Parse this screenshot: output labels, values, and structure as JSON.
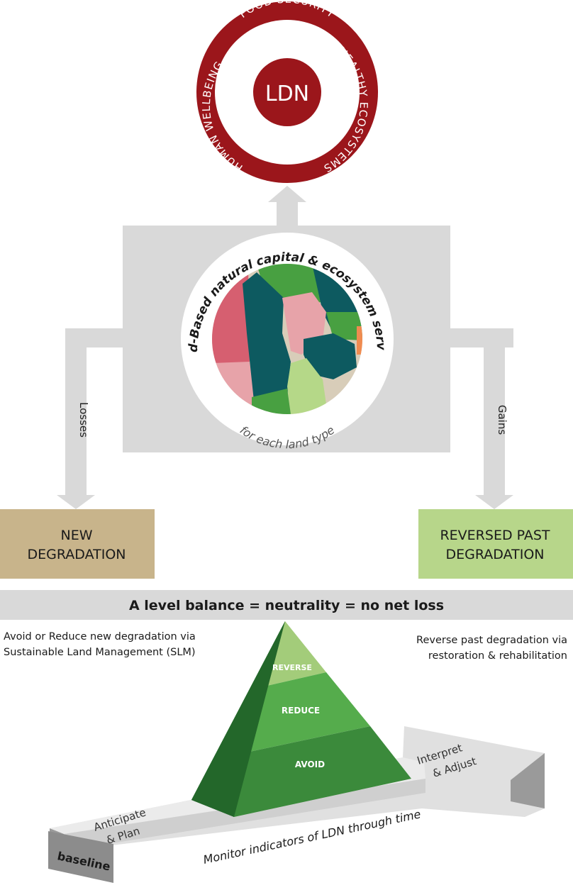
{
  "ldn": {
    "center_label": "LDN",
    "ring_labels": {
      "top": "FOOD SECURITY",
      "right": "HEALTHY ECOSYSTEMS",
      "left": "HUMAN WELLBEING"
    }
  },
  "capital": {
    "arc_top": "Land-Based natural capital & ecosystem services",
    "arc_bottom": "for each land type"
  },
  "flows": {
    "left_label": "Losses",
    "right_label": "Gains"
  },
  "boxes": {
    "new_degradation": [
      "NEW",
      "DEGRADATION"
    ],
    "reversed_degradation": [
      "REVERSED PAST",
      "DEGRADATION"
    ]
  },
  "balance_bar": "A level balance = neutrality = no net loss",
  "notes": {
    "left": [
      "Avoid or Reduce new degradation via",
      "Sustainable Land Management (SLM)"
    ],
    "right": [
      "Reverse past degradation via",
      "restoration & rehabilitation"
    ]
  },
  "pyramid": {
    "top": "REVERSE",
    "middle": "REDUCE",
    "bottom": "AVOID"
  },
  "timeline": {
    "baseline": "baseline",
    "anticipate": [
      "Anticipate",
      "& Plan"
    ],
    "interpret": [
      "Interpret",
      "& Adjust"
    ],
    "monitor": "Monitor indicators of LDN through time"
  },
  "colors": {
    "ldn_red": "#9b161b",
    "gray": "#d9d9d9",
    "tan": "#c8b48b",
    "light_green": "#b7d68a",
    "teal": "#0d5a60"
  }
}
